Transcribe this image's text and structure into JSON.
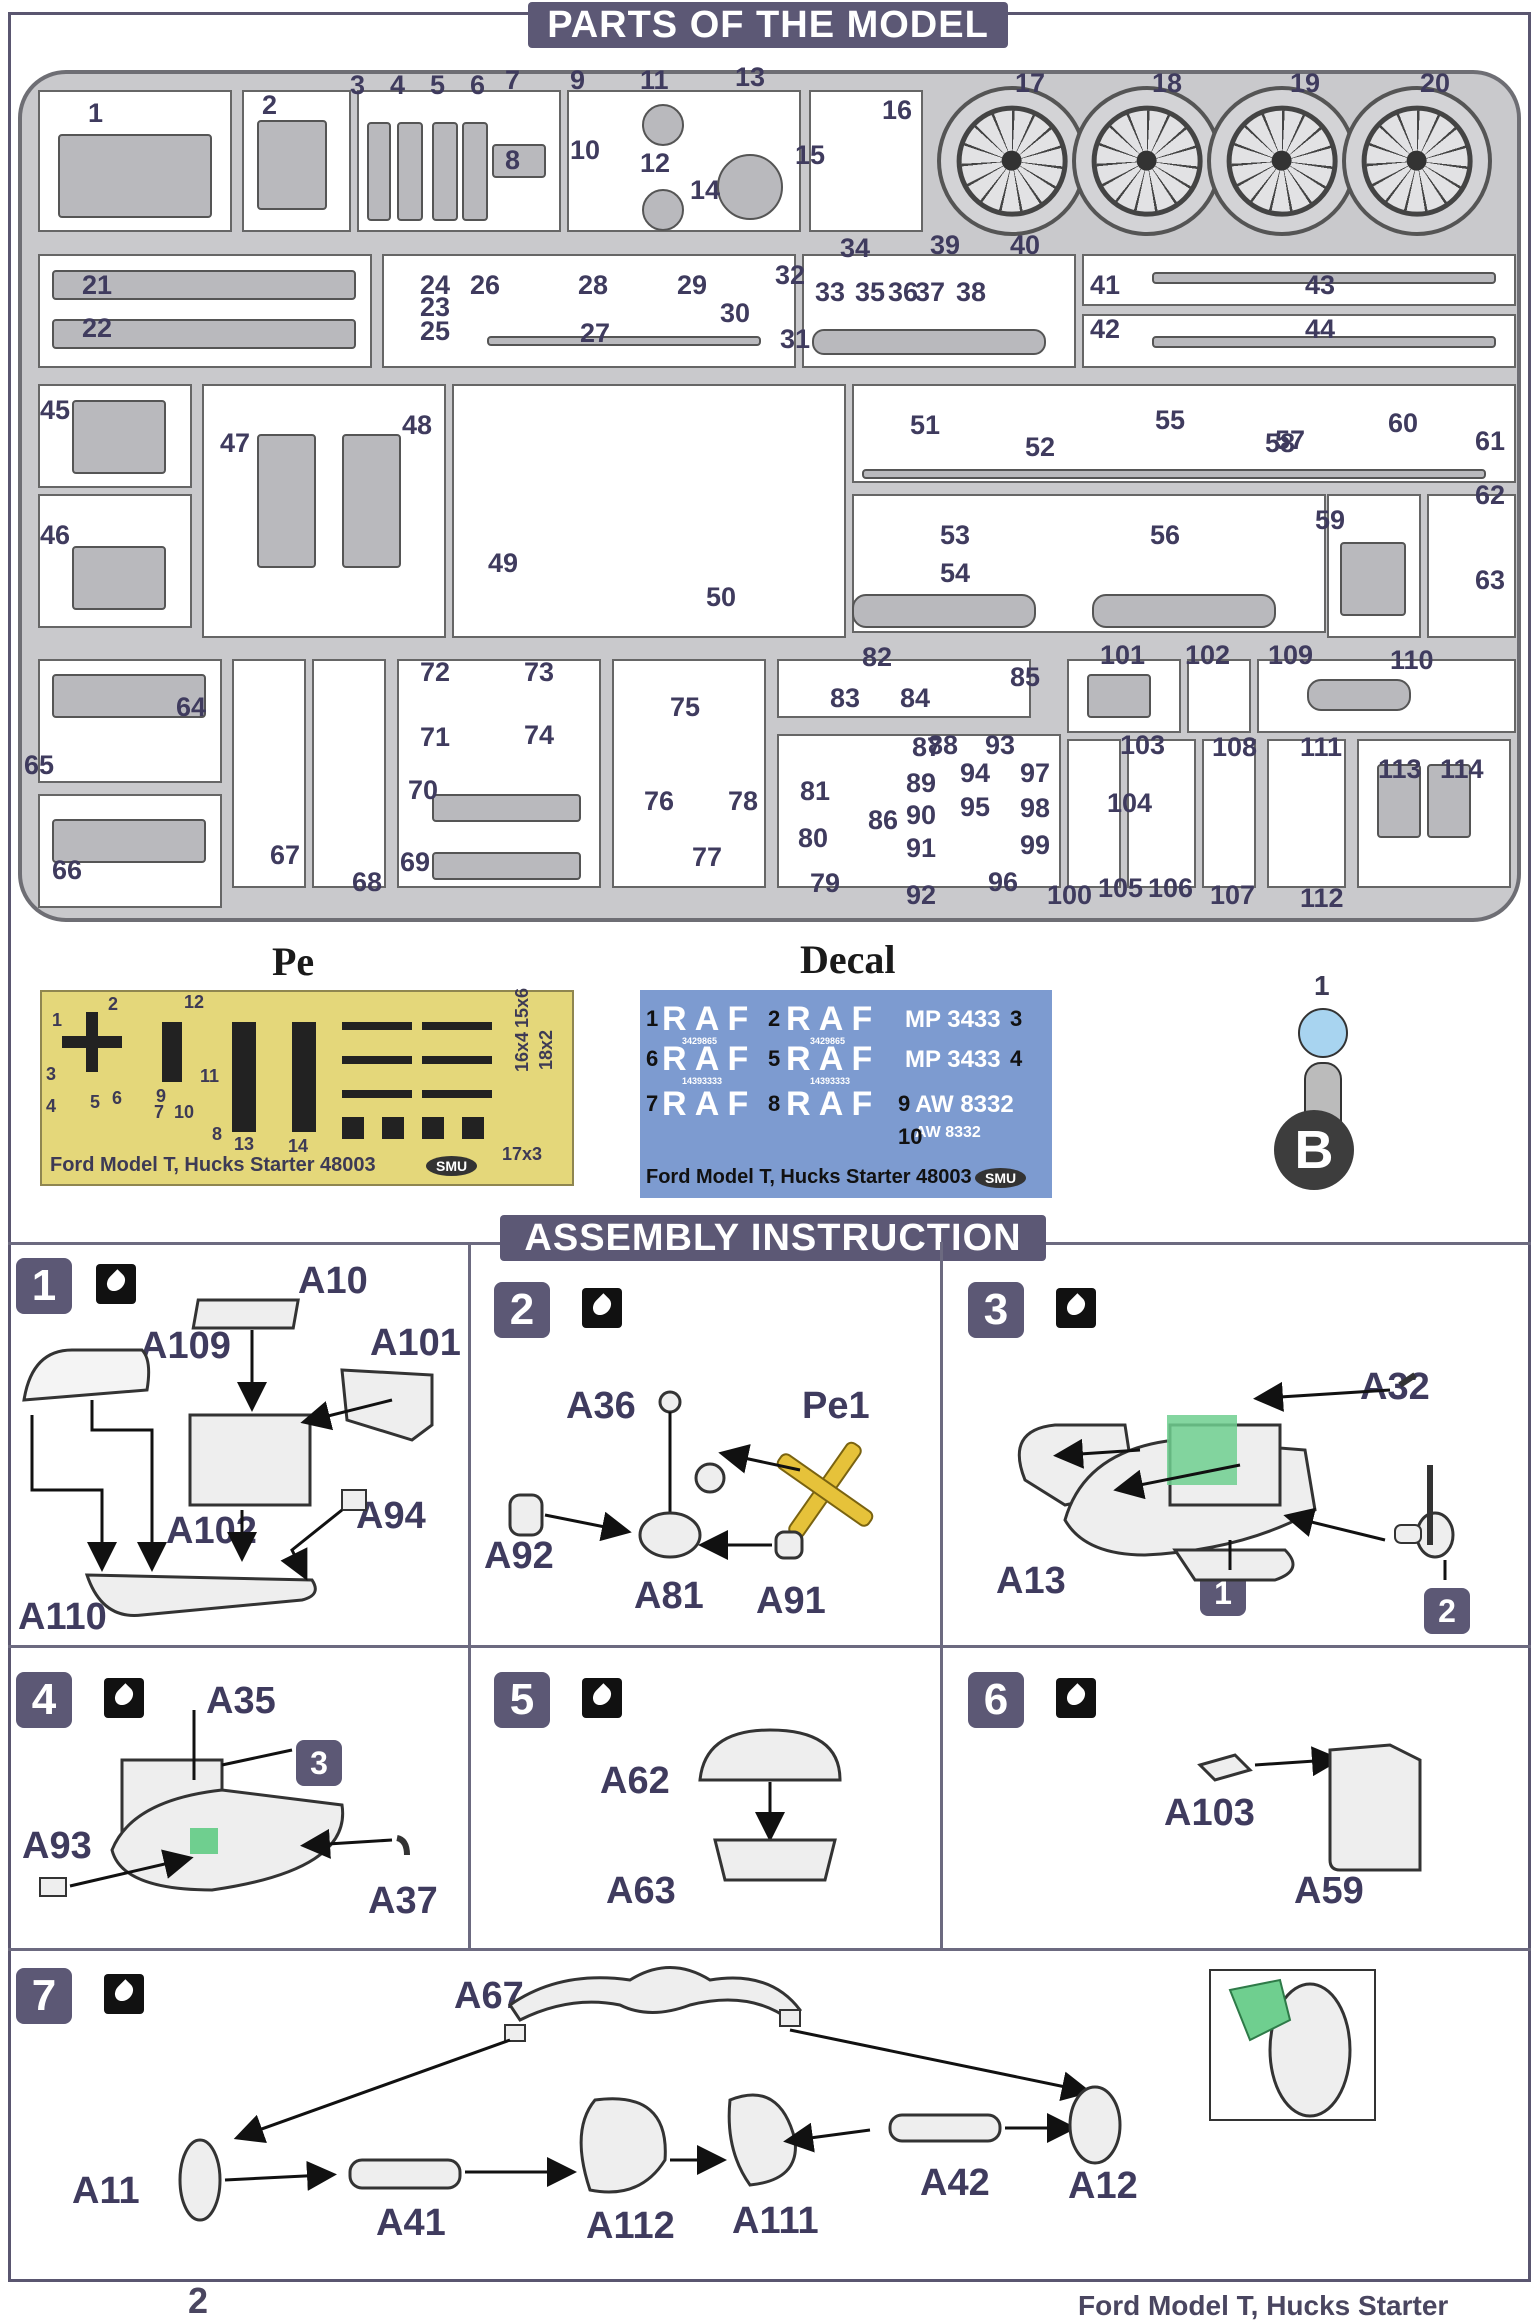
{
  "headers": {
    "parts": "PARTS OF THE MODEL",
    "assembly": "ASSEMBLY INSTRUCTION"
  },
  "sprue_labels": [
    "1",
    "2",
    "3",
    "4",
    "5",
    "6",
    "7",
    "8",
    "9",
    "10",
    "11",
    "12",
    "13",
    "14",
    "15",
    "16",
    "17",
    "18",
    "19",
    "20",
    "21",
    "22",
    "23",
    "24",
    "25",
    "26",
    "27",
    "28",
    "29",
    "30",
    "31",
    "32",
    "33",
    "34",
    "35",
    "36",
    "37",
    "38",
    "39",
    "40",
    "41",
    "42",
    "43",
    "44",
    "45",
    "46",
    "47",
    "48",
    "49",
    "50",
    "51",
    "52",
    "53",
    "54",
    "55",
    "56",
    "57",
    "58",
    "59",
    "60",
    "61",
    "62",
    "63",
    "64",
    "65",
    "66",
    "67",
    "68",
    "69",
    "70",
    "71",
    "72",
    "73",
    "74",
    "75",
    "76",
    "77",
    "78",
    "79",
    "80",
    "81",
    "82",
    "83",
    "84",
    "85",
    "86",
    "87",
    "88",
    "89",
    "90",
    "91",
    "92",
    "93",
    "94",
    "95",
    "96",
    "97",
    "98",
    "99",
    "100",
    "101",
    "102",
    "103",
    "104",
    "105",
    "106",
    "107",
    "108",
    "109",
    "110",
    "111",
    "112",
    "113",
    "114"
  ],
  "pe": {
    "title": "Pe",
    "numbers": [
      "1",
      "2",
      "3",
      "4",
      "5",
      "6",
      "7",
      "8",
      "9",
      "10",
      "11",
      "12",
      "13",
      "14"
    ],
    "side_text": [
      "16x4",
      "15x6",
      "18x2",
      "17x3"
    ],
    "caption": "Ford Model T, Hucks Starter 48003",
    "logo": "SMU"
  },
  "decal": {
    "title": "Decal",
    "rows": [
      {
        "left_num": "1",
        "left": "R A F",
        "left_serial": "3429865",
        "mid_num": "2",
        "right": "R A F",
        "right_serial": "3429865",
        "code": "MP 3433",
        "code_num": "3"
      },
      {
        "left_num": "6",
        "left": "R A F",
        "left_serial": "14393333",
        "mid_num": "5",
        "right": "R A F",
        "right_serial": "14393333",
        "code": "MP 3433",
        "code_num": "4"
      },
      {
        "left_num": "7",
        "left": "R A F",
        "left_serial": "",
        "mid_num": "8",
        "right": "R A F",
        "right_serial": "",
        "code": "AW 8332",
        "code_num": "9"
      },
      {
        "left_num": "",
        "left": "",
        "left_serial": "",
        "mid_num": "",
        "right": "",
        "right_serial": "",
        "code": "AW 8332",
        "code_num": "10"
      }
    ],
    "caption": "Ford Model T, Hucks Starter 48003",
    "logo": "SMU"
  },
  "legend": {
    "number": "1",
    "letter": "B"
  },
  "steps": [
    {
      "num": "1",
      "labels": [
        "A10",
        "A109",
        "A101",
        "A102",
        "A94",
        "A110"
      ]
    },
    {
      "num": "2",
      "labels": [
        "A36",
        "Pe1",
        "A92",
        "A81",
        "A91"
      ]
    },
    {
      "num": "3",
      "labels": [
        "A32",
        "A13"
      ],
      "refs": [
        "1",
        "2"
      ]
    },
    {
      "num": "4",
      "labels": [
        "A35",
        "A93",
        "A37"
      ],
      "refs": [
        "3"
      ]
    },
    {
      "num": "5",
      "labels": [
        "A62",
        "A63"
      ]
    },
    {
      "num": "6",
      "labels": [
        "A103",
        "A59"
      ]
    },
    {
      "num": "7",
      "labels": [
        "A67",
        "A11",
        "A41",
        "A112",
        "A111",
        "A42",
        "A12"
      ]
    }
  ],
  "footer": {
    "page": "2",
    "title": "Ford Model T, Hucks Starter"
  },
  "colors": {
    "header": "#5c5875",
    "sprue": "#c9c9cc",
    "pe": "#e4d77a",
    "decal": "#7d9bd0",
    "highlight": "#6fcf8f"
  }
}
